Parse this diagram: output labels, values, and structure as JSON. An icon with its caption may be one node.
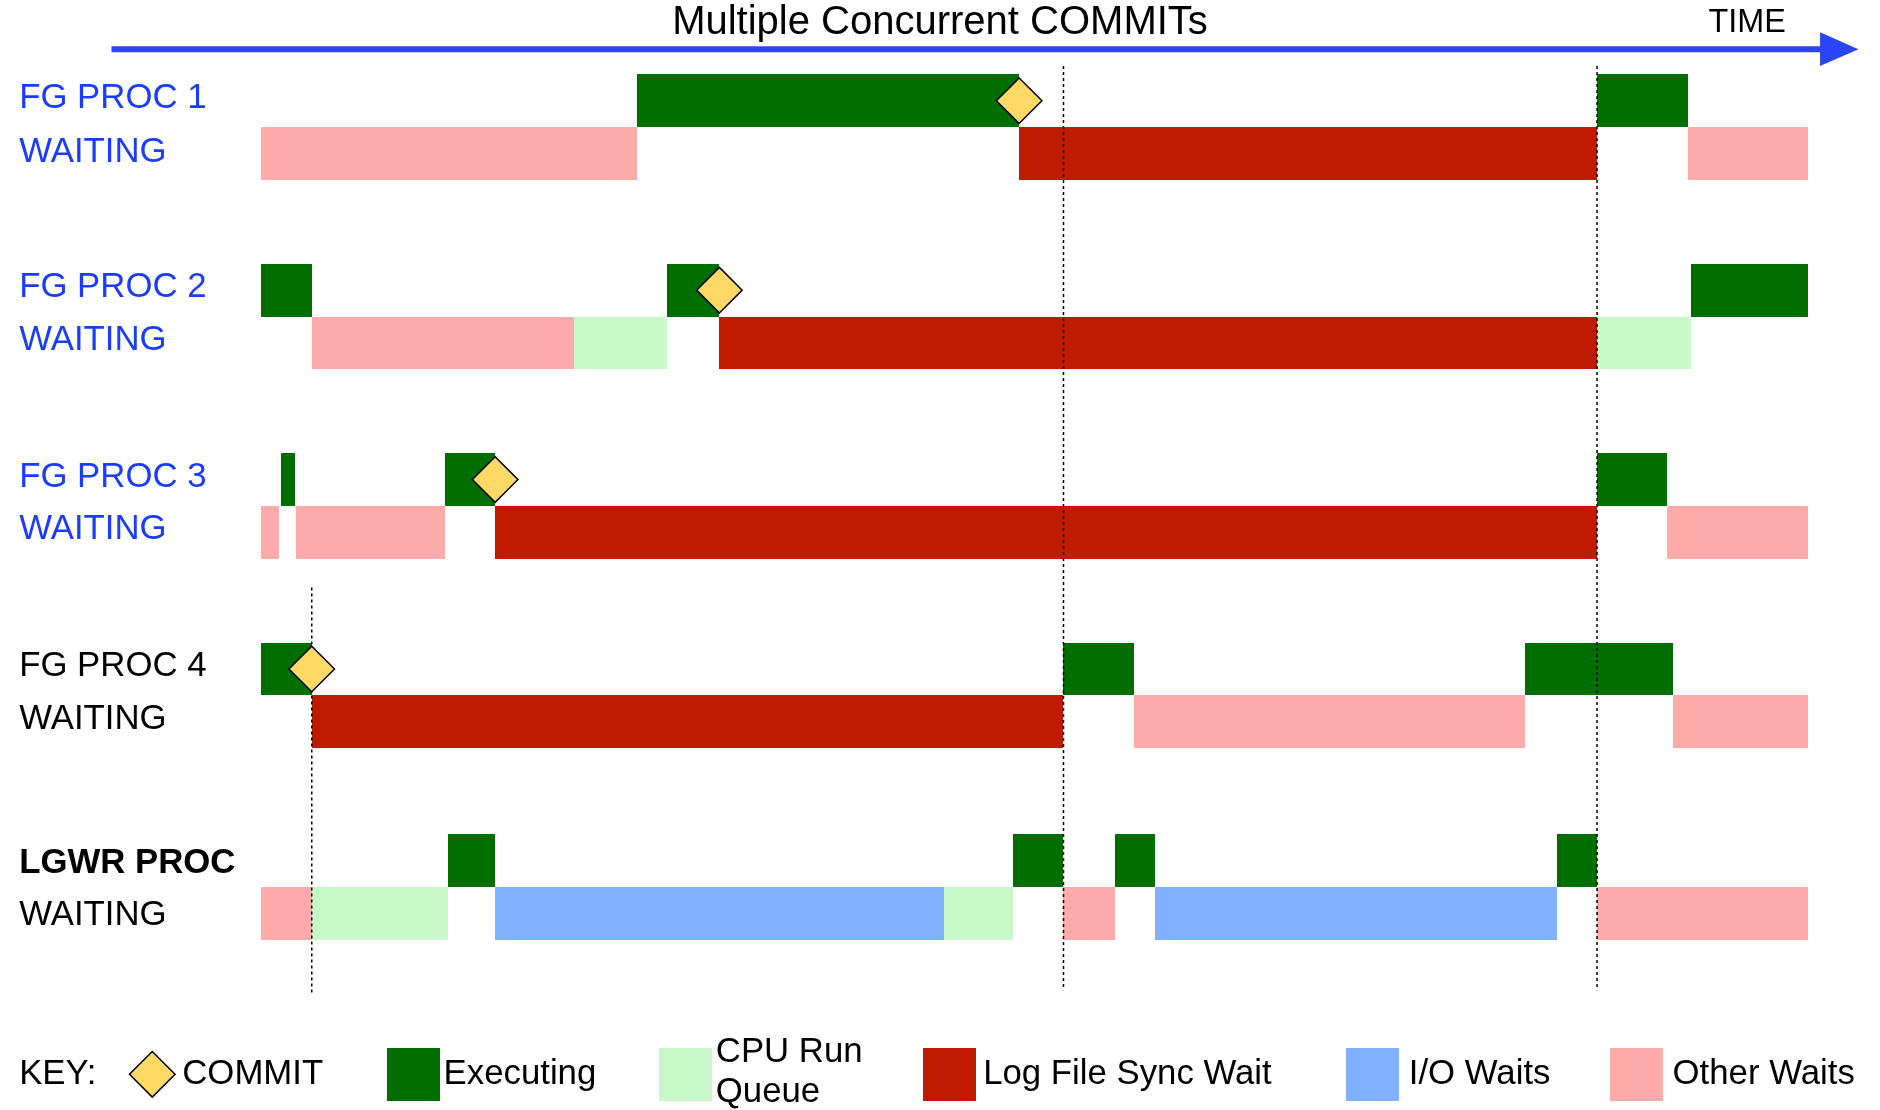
{
  "diagram": {
    "title": "Multiple Concurrent COMMITs",
    "labels": [
      "TIME",
      "FG PROC 1",
      "WAITING",
      "FG PROC 2",
      "WAITING",
      "FG PROC 3",
      "WAITING",
      "FG PROC 4",
      "WAITING",
      "LGWR PROC",
      "WAITING",
      "KEY:"
    ],
    "legend": [
      {
        "text": "COMMIT"
      },
      {
        "text": "Executing",
        "color": "#006f00"
      },
      {
        "text": "CPU Run Queue",
        "color": "#c8f8c8"
      },
      {
        "text": "Log File Sync Wait",
        "color": "#c01a00"
      },
      {
        "text": "I/O Waits",
        "color": "#80b0ff"
      },
      {
        "text": "Other Waits",
        "color": "#ffaaaa"
      }
    ]
  }
}
